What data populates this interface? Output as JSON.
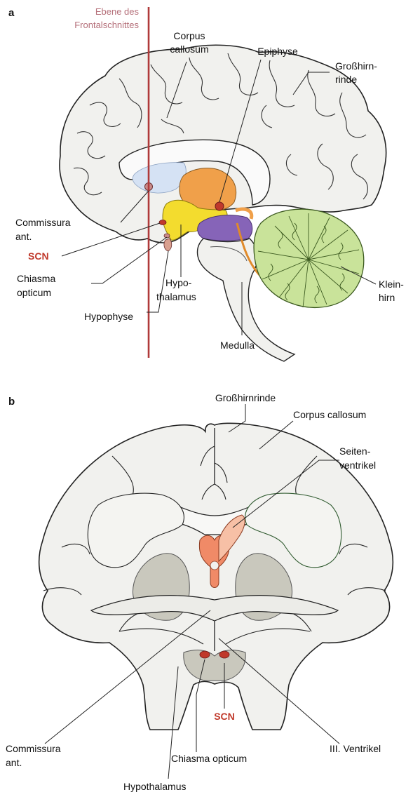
{
  "panel_a": {
    "letter": "a",
    "plane_label": [
      "Ebene des",
      "Frontalschnittes"
    ],
    "labels": {
      "corpus_callosum": [
        "Corpus",
        "callosum"
      ],
      "epiphyse": "Epiphyse",
      "grosshirnrinde": [
        "Großhirn-",
        "rinde"
      ],
      "commissura_ant": [
        "Commissura",
        "ant."
      ],
      "scn": "SCN",
      "chiasma_opticum": [
        "Chiasma",
        "opticum"
      ],
      "hypophyse": "Hypophyse",
      "hypothalamus": [
        "Hypo-",
        "thalamus"
      ],
      "medulla": "Medulla",
      "kleinhirn": [
        "Klein-",
        "hirn"
      ]
    }
  },
  "panel_b": {
    "letter": "b",
    "labels": {
      "grosshirnrinde": "Großhirnrinde",
      "corpus_callosum": "Corpus callosum",
      "seitenventrikel": [
        "Seiten-",
        "ventrikel"
      ],
      "commissura_ant": [
        "Commissura",
        "ant."
      ],
      "scn": "SCN",
      "chiasma_opticum": "Chiasma opticum",
      "ventrikel_iii": "III. Ventrikel",
      "hypothalamus": "Hypothalamus"
    }
  },
  "colors": {
    "scn_red": "#c0392b",
    "plane_line": "#b03a3a",
    "plane_text": "#b5707a",
    "tissue": "#f1f1ee",
    "outline": "#222222",
    "thalamus_orange": "#f0a04a",
    "hypothalamus_yellow": "#f3dc2e",
    "brainstem_purple": "#8664b8",
    "cerebellum_green": "#c9e39a",
    "basal_gray": "#c9c8bd",
    "ventricle_blue": "#d5e2f4",
    "ventricle_salmon": "#f08a67"
  }
}
